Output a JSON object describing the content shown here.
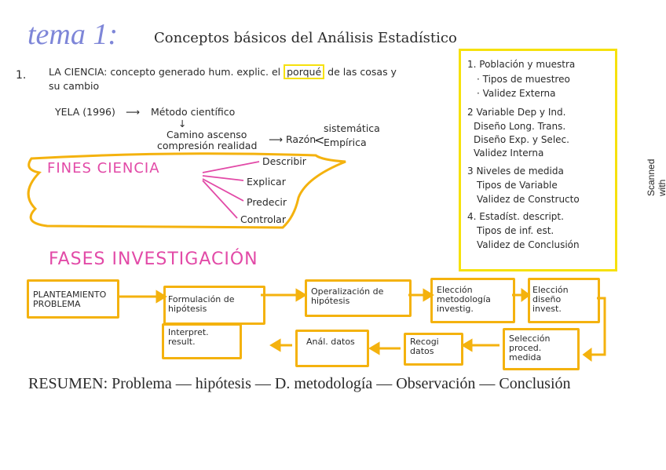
{
  "title": {
    "main": "tema 1:",
    "subtitle": "Conceptos básicos del Análisis Estadístico"
  },
  "item1": {
    "number": "1.",
    "line1": "LA CIENCIA: concepto generado hum. explic. el",
    "highlight": "porqué",
    "line1_end": "de las cosas y",
    "line2": "su cambio"
  },
  "yela": {
    "ref": "YELA (1996)",
    "method": "Método científico",
    "path1": "Camino ascenso",
    "path2": "compresión realidad",
    "reason": "Razón",
    "sys": "sistemática",
    "emp": "Empírica"
  },
  "fines": {
    "label": "FINES CIENCIA",
    "items": [
      "Describir",
      "Explicar",
      "Predecir",
      "Controlar"
    ]
  },
  "sidebar": {
    "lines": [
      "1. Población y muestra",
      "· Tipos de muestreo",
      "· Validez Externa",
      "2 Variable Dep y Ind.",
      "Diseño Long. Trans.",
      "Diseño Exp. y Selec.",
      "Validez Interna",
      "3 Niveles de medida",
      "Tipos de Variable",
      "Validez de Constructo",
      "4. Estadíst. descript.",
      "Tipos de inf. est.",
      "Validez de Conclusión"
    ]
  },
  "fases": {
    "label": "FASES INVESTIGACIÓN",
    "steps": [
      "PLANTEAMIENTO PROBLEMA",
      "Formulación de hipótesis",
      "Operalización de hipótesis",
      "Elección metodología investig.",
      "Elección diseño invest.",
      "Selección proced. medida",
      "Recogi datos",
      "Anál. datos",
      "Interpret. result."
    ]
  },
  "summary": "RESUMEN: Problema — hipótesis — D. metodología — Observación — Conclusión",
  "scanner": "Scanned with CamScanner",
  "colors": {
    "highlighter_yellow": "#f4b20e",
    "box_yellow": "#f6e10c",
    "pink": "#e24aa7",
    "title_blue": "#7e86d8"
  }
}
